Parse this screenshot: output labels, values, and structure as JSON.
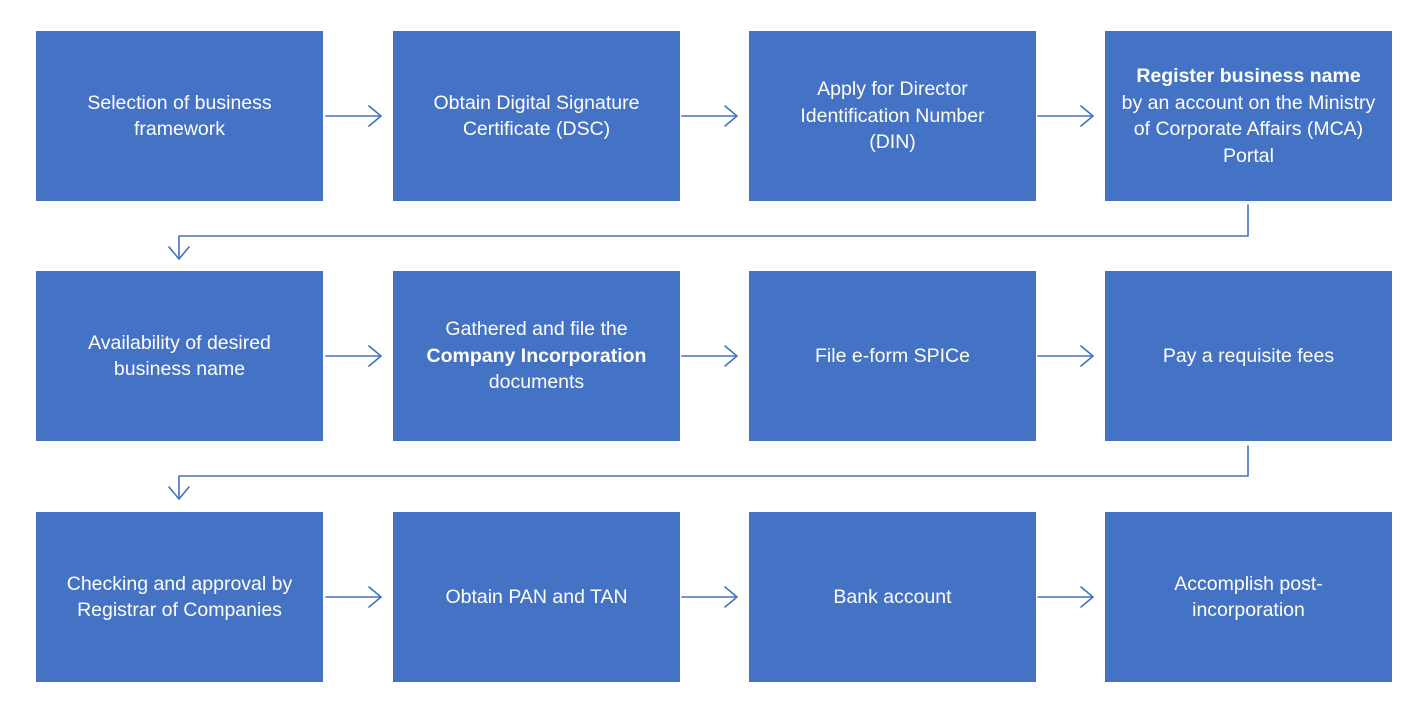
{
  "colors": {
    "box_fill": "#4472c4",
    "box_text": "#ffffff",
    "connector": "#4472c4",
    "background": "#ffffff"
  },
  "steps": [
    {
      "bold": "",
      "text": "Selection of business framework",
      "after": ""
    },
    {
      "bold": "",
      "text": "Obtain Digital Signature Certificate (DSC)",
      "after": ""
    },
    {
      "bold": "",
      "text": "Apply for Director Identification Number (DIN)",
      "after": ""
    },
    {
      "bold": "Register business name",
      "text": "by an account on the Ministry of Corporate Affairs (MCA) Portal",
      "after": ""
    },
    {
      "bold": "",
      "text": "Availability of desired business name",
      "after": ""
    },
    {
      "bold": "Company Incorporation",
      "text": "Gathered and file the",
      "after": "documents"
    },
    {
      "bold": "",
      "text": "File e-form SPICe",
      "after": ""
    },
    {
      "bold": "",
      "text": "Pay a requisite fees",
      "after": ""
    },
    {
      "bold": "",
      "text": "Checking and approval by Registrar of Companies",
      "after": ""
    },
    {
      "bold": "",
      "text": "Obtain PAN and TAN",
      "after": ""
    },
    {
      "bold": "",
      "text": "Bank account",
      "after": ""
    },
    {
      "bold": "",
      "text": "Accomplish post-incorporation",
      "after": ""
    }
  ]
}
